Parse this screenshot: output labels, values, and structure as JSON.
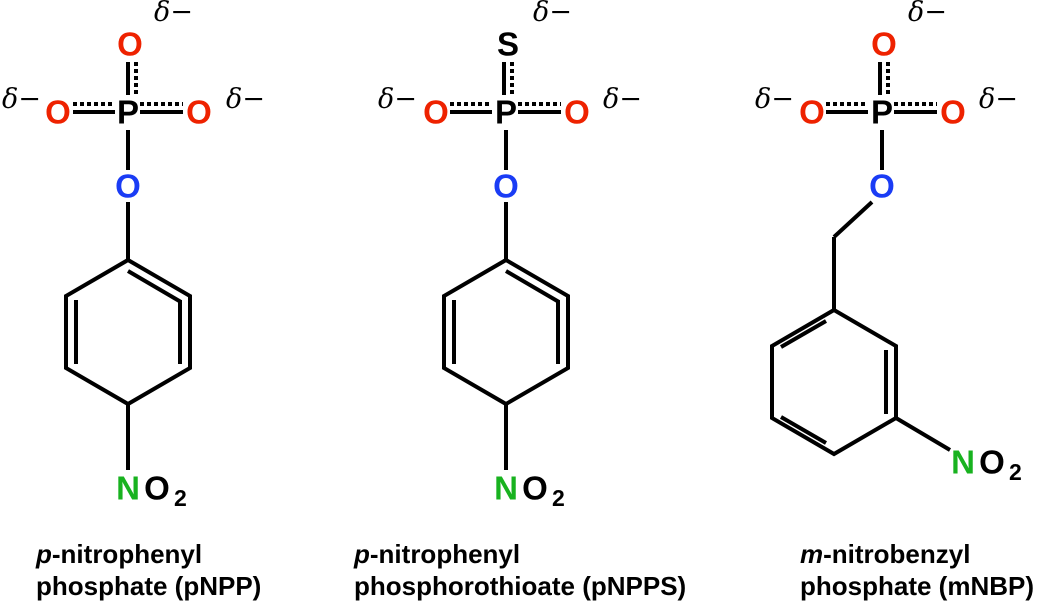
{
  "colors": {
    "oxygen_red": "#ee2200",
    "oxygen_bridge_blue": "#1a3cf5",
    "nitrogen_green": "#18b21f",
    "bond": "#000000",
    "text": "#000000"
  },
  "molecules": [
    {
      "double_atom": "O",
      "atoms": {
        "phosphorus": "P",
        "oxygen_left": "O",
        "oxygen_right": "O",
        "bridge_oxygen": "O",
        "nitrogen": "N",
        "nitro_oxygen": "O",
        "nitro_subscript": "2"
      },
      "charges": [
        "δ−",
        "δ−",
        "δ−"
      ],
      "caption_prefix": "p",
      "caption_line1": "-nitrophenyl",
      "caption_line2": "phosphate (pNPP)"
    },
    {
      "double_atom": "S",
      "atoms": {
        "phosphorus": "P",
        "oxygen_left": "O",
        "oxygen_right": "O",
        "bridge_oxygen": "O",
        "nitrogen": "N",
        "nitro_oxygen": "O",
        "nitro_subscript": "2"
      },
      "charges": [
        "δ−",
        "δ−",
        "δ−"
      ],
      "caption_prefix": "p",
      "caption_line1": "-nitrophenyl",
      "caption_line2": "phosphorothioate (pNPPS)"
    },
    {
      "double_atom": "O",
      "atoms": {
        "phosphorus": "P",
        "oxygen_left": "O",
        "oxygen_right": "O",
        "bridge_oxygen": "O",
        "nitrogen": "N",
        "nitro_oxygen": "O",
        "nitro_subscript": "2"
      },
      "charges": [
        "δ−",
        "δ−",
        "δ−"
      ],
      "caption_prefix": "m",
      "caption_line1": "-nitrobenzyl",
      "caption_line2": "phosphate (mNBP)"
    }
  ]
}
